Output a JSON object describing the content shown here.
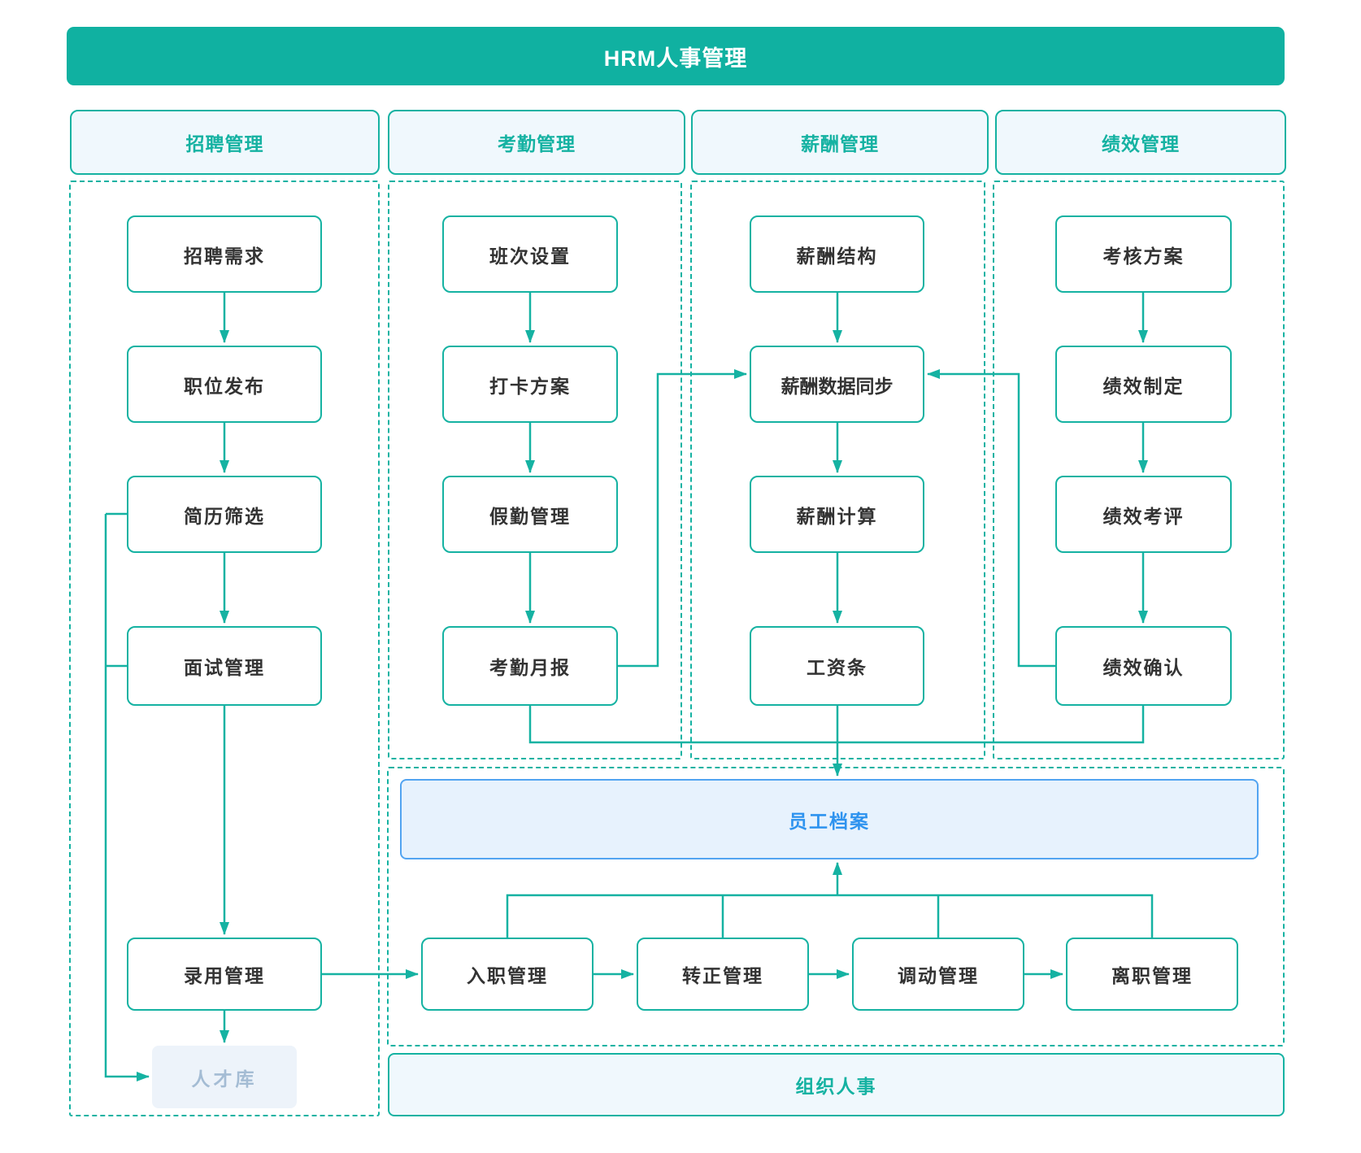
{
  "title": "HRM人事管理",
  "cols": [
    {
      "header": "招聘管理",
      "nodes": {
        "n0": "招聘需求",
        "n1": "职位发布",
        "n2": "简历筛选",
        "n3": "面试管理",
        "n4": "录用管理"
      },
      "pool": "人才库"
    },
    {
      "header": "考勤管理",
      "nodes": {
        "n0": "班次设置",
        "n1": "打卡方案",
        "n2": "假勤管理",
        "n3": "考勤月报"
      }
    },
    {
      "header": "薪酬管理",
      "nodes": {
        "n0": "薪酬结构",
        "n1": "薪酬数据同步",
        "n2": "薪酬计算",
        "n3": "工资条"
      }
    },
    {
      "header": "绩效管理",
      "nodes": {
        "n0": "考核方案",
        "n1": "绩效制定",
        "n2": "绩效考评",
        "n3": "绩效确认"
      }
    }
  ],
  "mid": {
    "archive": "员工档案",
    "flow": {
      "f0": "入职管理",
      "f1": "转正管理",
      "f2": "调动管理",
      "f3": "离职管理"
    }
  },
  "footer": "组织人事",
  "colors": {
    "teal": "#15b2a2",
    "banner_bg": "#10b1a1",
    "panel_bg": "#f0f8fd",
    "archive_border": "#52a4f1",
    "archive_bg": "#e7f2fd",
    "archive_text": "#2e93ef",
    "pool_bg": "#edf3fa",
    "pool_text": "#a4bcd4",
    "node_text": "#333333"
  }
}
